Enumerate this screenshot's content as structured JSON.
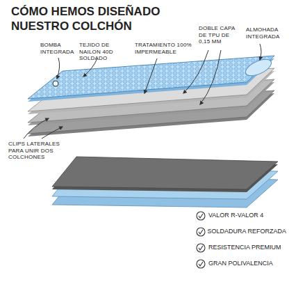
{
  "diagram": {
    "title": "CÓMO HEMOS DISEÑADO NUESTRO COLCHÓN",
    "labels": [
      "BOMBA INTEGRADA",
      "TEJIDO DE NAILON 40D SOLDADO",
      "TRATAMIENTO 100% IMPERMEABLE",
      "DOBLE CAPA DE TPU DE 0,15 MM",
      "ALMOHADA INTEGRADA",
      "CLIPS LATERALES PARA UNIR DOS COLCHONES",
      "VALOR R-VALOR 4",
      "SOLDADURA REFORZADA",
      "RESISTENCIA PREMIUM",
      "GRAN POLIVALENCIA"
    ]
  }
}
